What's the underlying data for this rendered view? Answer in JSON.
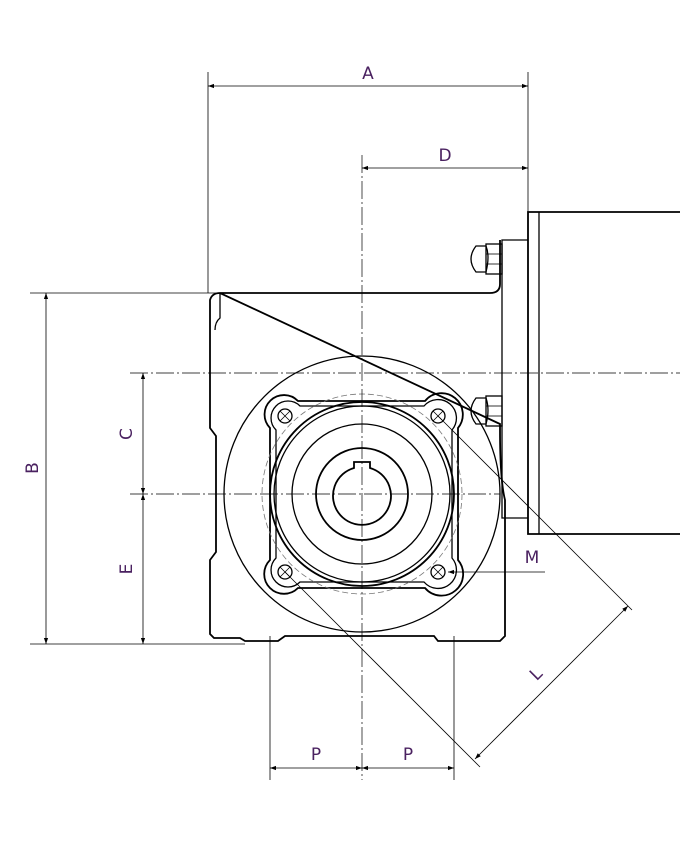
{
  "dimensions": {
    "A": "A",
    "B": "B",
    "C": "C",
    "D": "D",
    "E": "E",
    "L": "L",
    "M": "M",
    "P_left": "P",
    "P_right": "P"
  },
  "colors": {
    "line": "#000000",
    "label": "#4a2160",
    "background": "#ffffff"
  }
}
